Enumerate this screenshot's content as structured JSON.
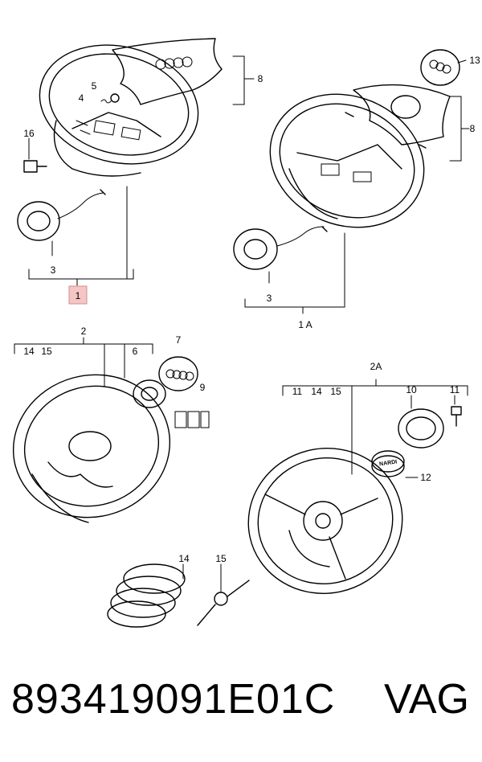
{
  "callouts": {
    "c1": "1",
    "c1a": "1 A",
    "c2": "2",
    "c2a": "2A",
    "c3a": "3",
    "c3b": "3",
    "c4": "4",
    "c5": "5",
    "c6": "6",
    "c7": "7",
    "c8a": "8",
    "c8b": "8",
    "c9": "9",
    "c10": "10",
    "c11a": "11",
    "c11b": "11",
    "c12": "12",
    "c13": "13",
    "c14a": "14",
    "c14b": "14",
    "c14c": "14",
    "c15a": "15",
    "c15b": "15",
    "c15c": "15",
    "c16": "16"
  },
  "emblem_text": "NARDI",
  "footer": {
    "part_number": "893419091E01C",
    "brand": "VAG"
  },
  "highlight_color": "#f4c6c6"
}
